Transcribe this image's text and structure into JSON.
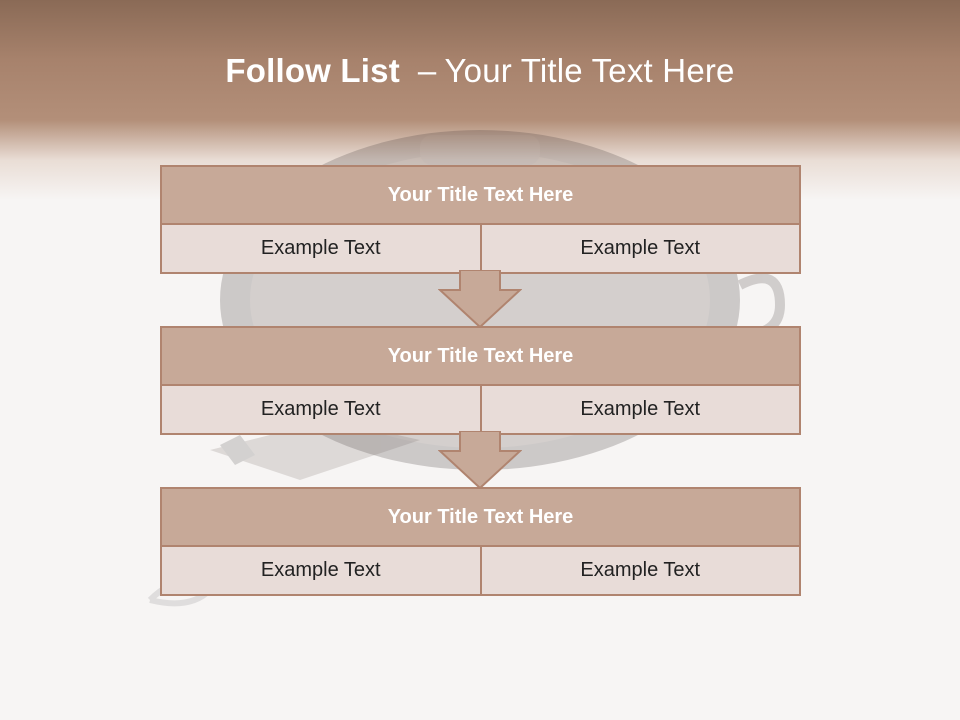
{
  "header": {
    "title_strong": "Follow List",
    "title_dash": "–",
    "title_rest": "Your Title Text Here"
  },
  "blocks": [
    {
      "title": "Your Title Text Here",
      "cells": [
        "Example Text",
        "Example Text"
      ]
    },
    {
      "title": "Your Title Text Here",
      "cells": [
        "Example Text",
        "Example Text"
      ]
    },
    {
      "title": "Your Title Text Here",
      "cells": [
        "Example Text",
        "Example Text"
      ]
    }
  ],
  "colors": {
    "header_band": "#a7826c",
    "block_title_fill": "#c7a998",
    "block_cell_fill": "#e8dcd8",
    "block_border": "#b0846f",
    "arrow_fill": "#c7a998"
  },
  "background_image": "faded-stopwatch-and-keys-photo"
}
